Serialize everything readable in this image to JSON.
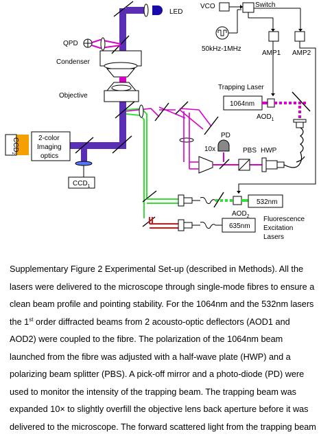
{
  "diagram": {
    "labels": {
      "led": "LED",
      "vco": "VCO",
      "switch": "Switch",
      "qpd": "QPD",
      "condenser": "Condenser",
      "objective": "Objective",
      "freq": "50kHz-1MHz",
      "amp1": "AMP1",
      "amp2": "AMP2",
      "trapping_laser": "Trapping Laser",
      "laser1064": "1064nm",
      "aod1": "AOD",
      "aod1_sub": "1",
      "pd": "PD",
      "ten_x": "10x",
      "pbs": "PBS",
      "hwp": "HWP",
      "imaging_1": "2-color",
      "imaging_2": "Imaging",
      "imaging_3": "optics",
      "ccd2": "CCD",
      "ccd2_sub": "2",
      "ccd1": "CCD",
      "ccd1_sub": "1",
      "laser532": "532nm",
      "aod2": "AOD",
      "aod2_sub": "2",
      "laser635": "635nm",
      "fluor_1": "Fluorescence",
      "fluor_2": "Excitation",
      "fluor_3": "Lasers"
    },
    "colors": {
      "imaging_beam": "#5b2fb5",
      "led_blue": "#1a0aa8",
      "trap_beam": "#d900c8",
      "green_beam": "#35e035",
      "red_beam": "#e01010",
      "ccd_orange": "#f5a000",
      "lens_blue": "#5577ff"
    }
  },
  "caption": {
    "l1": "Supplementary Figure 2 Experimental Set-up (described in Methods). All the",
    "l2": "lasers were delivered to the microscope through single-mode fibres to ensure a",
    "l3": "clean beam profile and pointing stability. For the 1064nm and the 532nm lasers",
    "l4_a": "the 1",
    "l4_sup": "st",
    "l4_b": " order diffracted beams from 2 acousto-optic deflectors (AOD1 and",
    "l5": "AOD2) were coupled to the fibre. The polarization of the 1064nm beam",
    "l6": "launched from the fibre was adjusted with a half-wave plate (HWP) and a",
    "l7": "polarizing beam splitter (PBS). A pick-off mirror and a photo-diode (PD) were",
    "l8": "used to monitor the intensity of the trapping beam. The trapping beam was",
    "l9": "expanded 10× to slightly overfill the objective lens back aperture before it was",
    "l10": "delivered to the microscope. The forward scattered light from the trapping beam"
  }
}
